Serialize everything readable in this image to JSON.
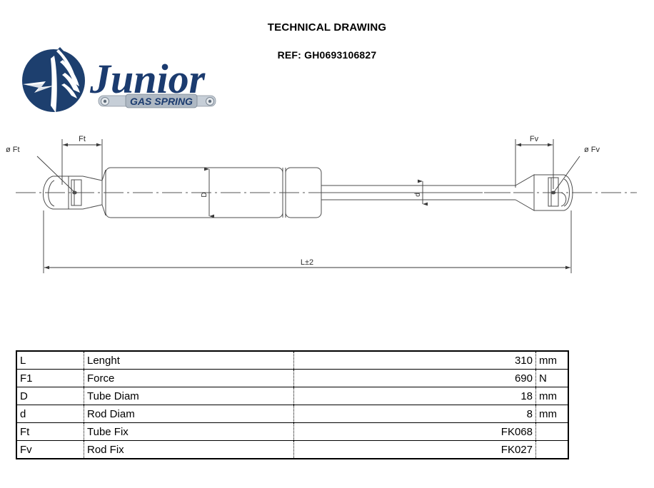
{
  "header": {
    "title": "TECHNICAL DRAWING",
    "ref_label": "REF:",
    "ref_value": "GH0693106827",
    "ref_full": "REF:  GH0693106827"
  },
  "logo": {
    "wordmark": "Junior",
    "tagline": "GAS SPRING",
    "primary_color": "#1b3b6f",
    "mark_color": "#1d3f6e",
    "bar_color": "#b9c2cc"
  },
  "drawing": {
    "dim_ft": "Ft",
    "dim_fv": "Fv",
    "dim_phi_ft": "ø Ft",
    "dim_phi_fv": "ø Fv",
    "dim_tube_diam": "D",
    "dim_rod_diam": "d",
    "dim_overall": "L±2",
    "line_color": "#4d4d4d",
    "dim_color": "#3a3a3a"
  },
  "spec_table": {
    "columns": [
      "symbol",
      "description",
      "value",
      "unit"
    ],
    "rows": [
      {
        "symbol": "L",
        "description": "Lenght",
        "value": "310",
        "unit": "mm"
      },
      {
        "symbol": "F1",
        "description": "Force",
        "value": "690",
        "unit": "N"
      },
      {
        "symbol": "D",
        "description": "Tube Diam",
        "value": "18",
        "unit": "mm"
      },
      {
        "symbol": "d",
        "description": "Rod Diam",
        "value": "8",
        "unit": "mm"
      },
      {
        "symbol": "Ft",
        "description": "Tube Fix",
        "value": "FK068",
        "unit": ""
      },
      {
        "symbol": "Fv",
        "description": "Rod Fix",
        "value": "FK027",
        "unit": ""
      }
    ]
  }
}
